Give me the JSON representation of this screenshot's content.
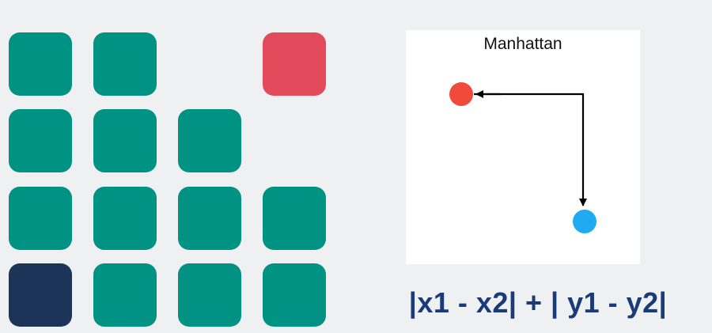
{
  "colors": {
    "background": "#eef0f2",
    "tile_default": "#009282",
    "tile_goal": "#e34b5c",
    "tile_start": "#1b3457",
    "panel_background": "#ffffff",
    "point_red": "#f04a3a",
    "point_blue": "#1faaf2",
    "arrow": "#000000",
    "formula_text": "#1b3a78"
  },
  "grid": {
    "rows": [
      [
        "teal",
        "teal",
        "empty",
        "goal"
      ],
      [
        "teal",
        "teal",
        "teal",
        "empty"
      ],
      [
        "teal",
        "teal",
        "teal",
        "teal"
      ],
      [
        "start",
        "teal",
        "teal",
        "teal"
      ]
    ]
  },
  "diagram": {
    "title": "Manhattan"
  },
  "formula": "|x1 - x2| + | y1 - y2|"
}
